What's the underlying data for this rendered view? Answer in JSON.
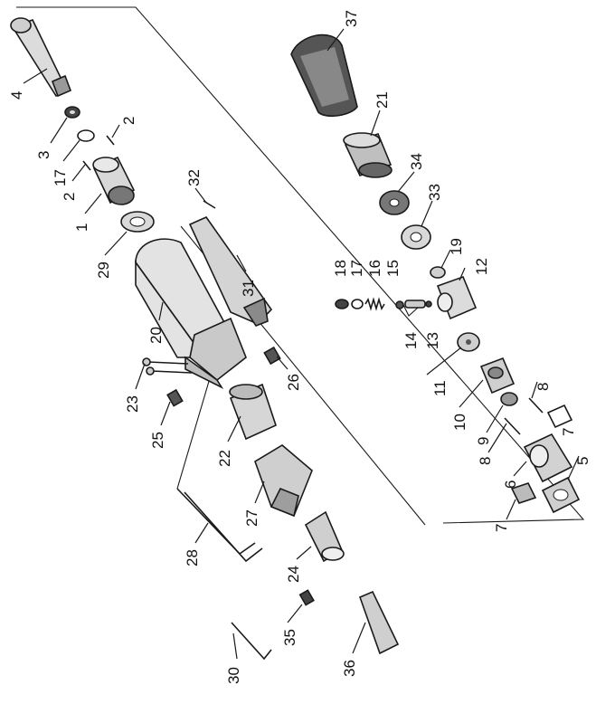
{
  "diagram": {
    "colors": {
      "ink": "#1a1a1a",
      "part_fill": "#e6e6e6",
      "part_shade": "#b9b9b9",
      "part_dark": "#555555",
      "paper": "#ffffff"
    },
    "callouts": [
      {
        "id": "c4",
        "text": "4"
      },
      {
        "id": "c3",
        "text": "3"
      },
      {
        "id": "c17a",
        "text": "17"
      },
      {
        "id": "c2a",
        "text": "2"
      },
      {
        "id": "c2b",
        "text": "2"
      },
      {
        "id": "c1",
        "text": "1"
      },
      {
        "id": "c29",
        "text": "29"
      },
      {
        "id": "c32",
        "text": "32"
      },
      {
        "id": "c31",
        "text": "31"
      },
      {
        "id": "c20",
        "text": "20"
      },
      {
        "id": "c23",
        "text": "23"
      },
      {
        "id": "c25",
        "text": "25"
      },
      {
        "id": "c26",
        "text": "26"
      },
      {
        "id": "c22",
        "text": "22"
      },
      {
        "id": "c27",
        "text": "27"
      },
      {
        "id": "c28",
        "text": "28"
      },
      {
        "id": "c24",
        "text": "24"
      },
      {
        "id": "c35",
        "text": "35"
      },
      {
        "id": "c30",
        "text": "30"
      },
      {
        "id": "c36",
        "text": "36"
      },
      {
        "id": "c37",
        "text": "37"
      },
      {
        "id": "c21",
        "text": "21"
      },
      {
        "id": "c34",
        "text": "34"
      },
      {
        "id": "c33",
        "text": "33"
      },
      {
        "id": "c19",
        "text": "19"
      },
      {
        "id": "c18",
        "text": "18"
      },
      {
        "id": "c17b",
        "text": "17"
      },
      {
        "id": "c16",
        "text": "16"
      },
      {
        "id": "c15",
        "text": "15"
      },
      {
        "id": "c12",
        "text": "12"
      },
      {
        "id": "c14",
        "text": "14"
      },
      {
        "id": "c13",
        "text": "13"
      },
      {
        "id": "c11",
        "text": "11"
      },
      {
        "id": "c10",
        "text": "10"
      },
      {
        "id": "c9",
        "text": "9"
      },
      {
        "id": "c8a",
        "text": "8"
      },
      {
        "id": "c8b",
        "text": "8"
      },
      {
        "id": "c7a",
        "text": "7"
      },
      {
        "id": "c7b",
        "text": "7"
      },
      {
        "id": "c6",
        "text": "6"
      },
      {
        "id": "c5",
        "text": "5"
      }
    ]
  }
}
